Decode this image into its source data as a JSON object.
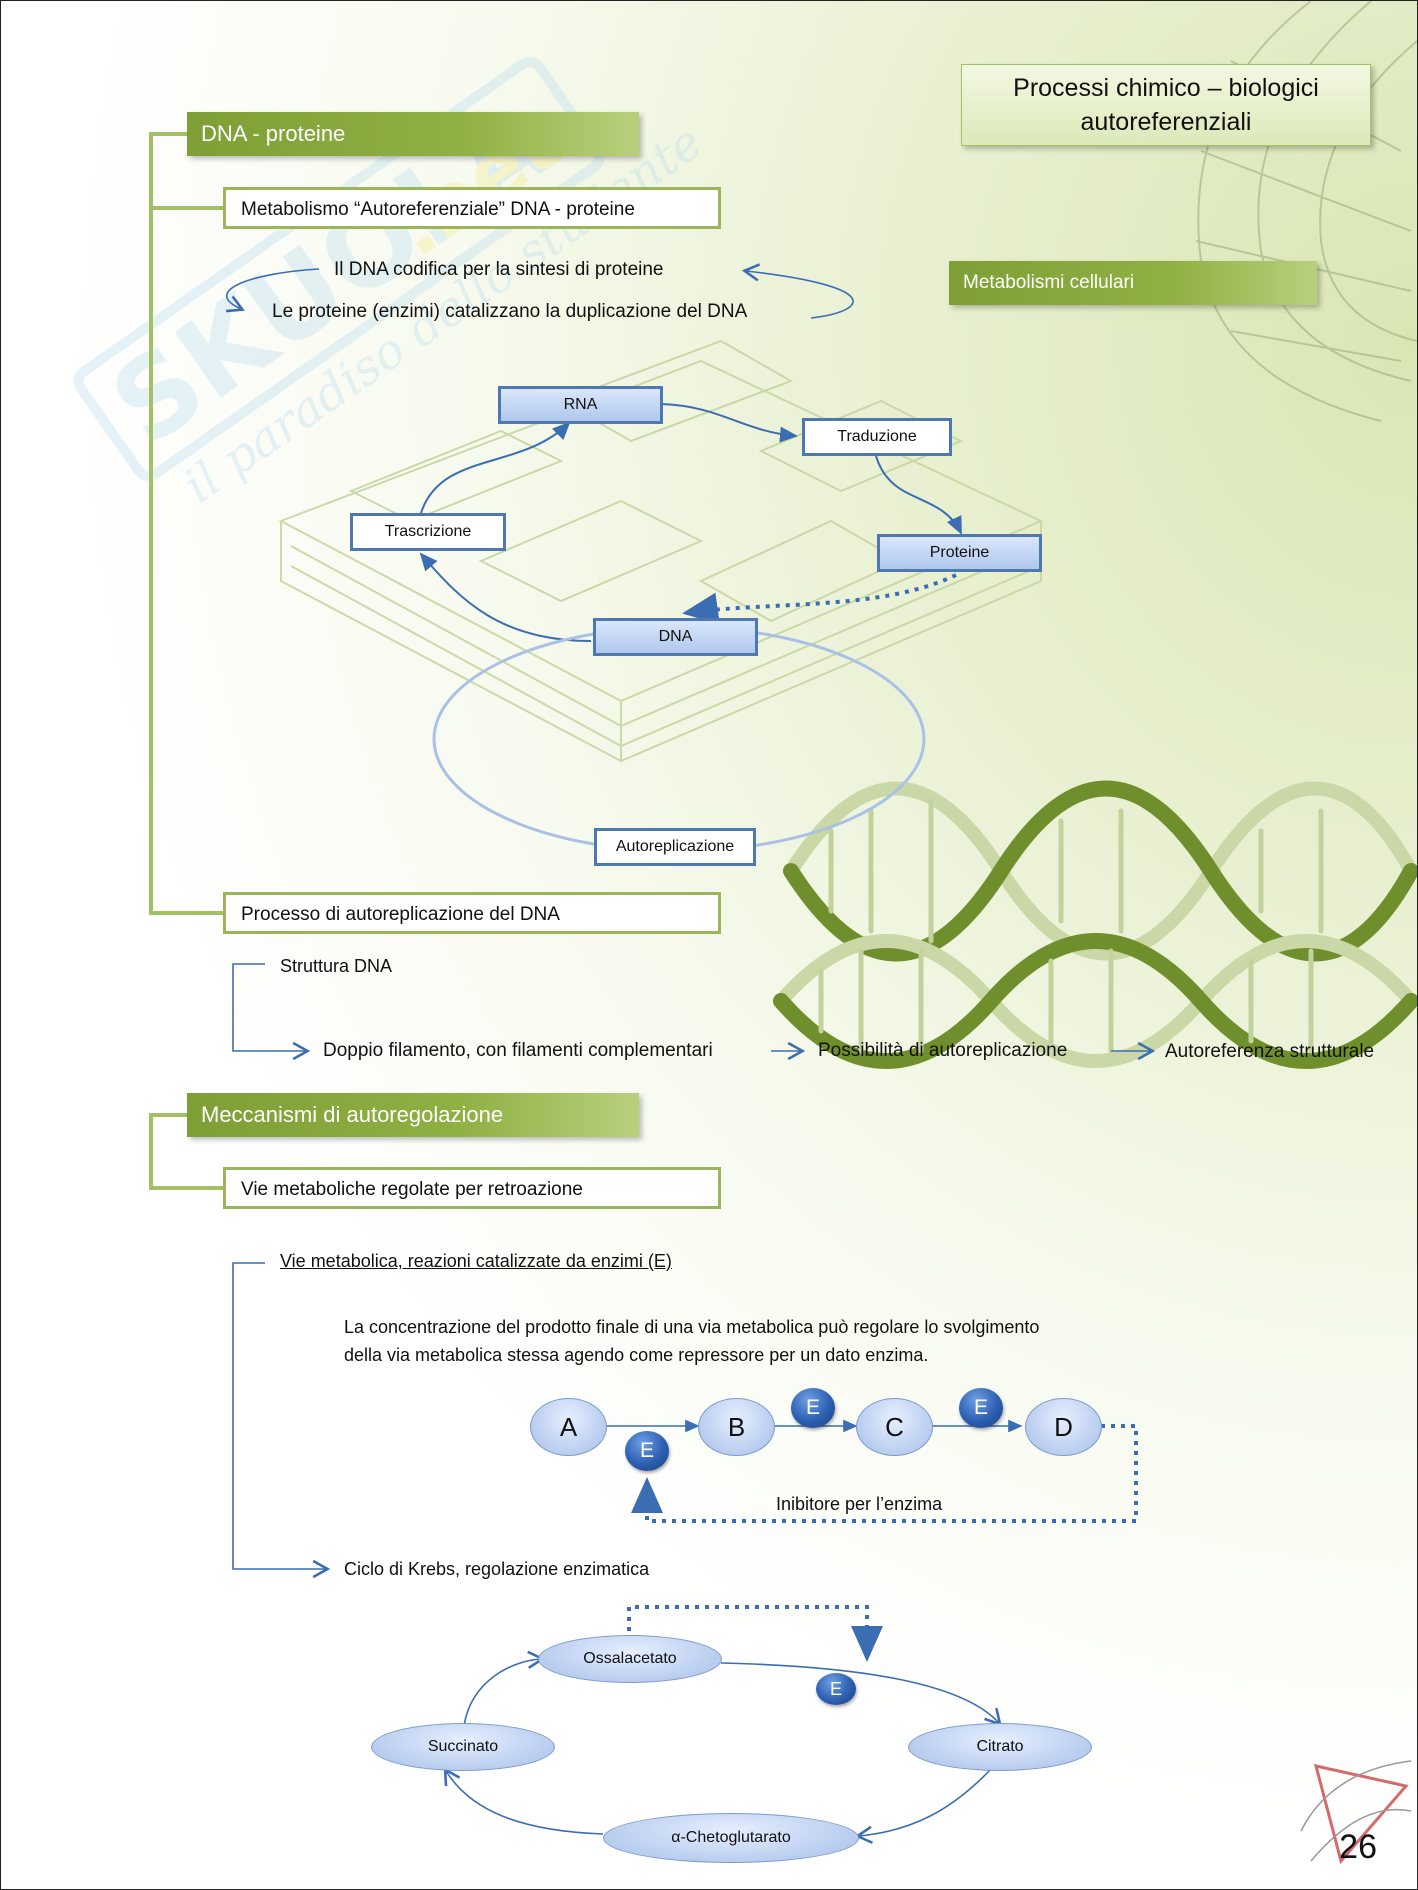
{
  "title": "Processi chimico – biologici autoreferenziali",
  "metabolismi_tag": "Metabolismi cellulari",
  "section_dna": {
    "header": "DNA - proteine",
    "metabolismo_box": "Metabolismo “Autoreferenziale” DNA - proteine",
    "line1": "Il DNA codifica per la sintesi di proteine",
    "line2": "Le proteine (enzimi) catalizzano la duplicazione del DNA",
    "diagram": {
      "rna": "RNA",
      "traduzione": "Traduzione",
      "trascrizione": "Trascrizione",
      "proteine": "Proteine",
      "dna": "DNA",
      "autoreplicazione": "Autoreplicazione"
    },
    "processo_box": "Processo di autoreplicazione del DNA",
    "struttura": "Struttura DNA",
    "chain": [
      "Doppio filamento, con filamenti complementari",
      "Possibilità di autoreplicazione",
      "Autoreferenza strutturale"
    ]
  },
  "section_auto": {
    "header": "Meccanismi di autoregolazione",
    "vie_box": "Vie metaboliche regolate per retroazione",
    "vie_heading": "Vie metabolica, reazioni catalizzate da enzimi (E)",
    "paragraph": "La concentrazione del prodotto finale di una via metabolica può regolare lo svolgimento della via metabolica stessa agendo come repressore per un dato enzima.",
    "pathway": {
      "a": "A",
      "b": "B",
      "c": "C",
      "d": "D",
      "enzyme": "E",
      "inhibitor": "Inibitore per l’enzima"
    },
    "krebs_heading": "Ciclo di Krebs, regolazione enzimatica",
    "krebs": {
      "ossalacetato": "Ossalacetato",
      "citrato": "Citrato",
      "chetoglutarato": "α-Chetoglutarato",
      "succinato": "Succinato",
      "enzyme": "E"
    }
  },
  "page_number": "26"
}
